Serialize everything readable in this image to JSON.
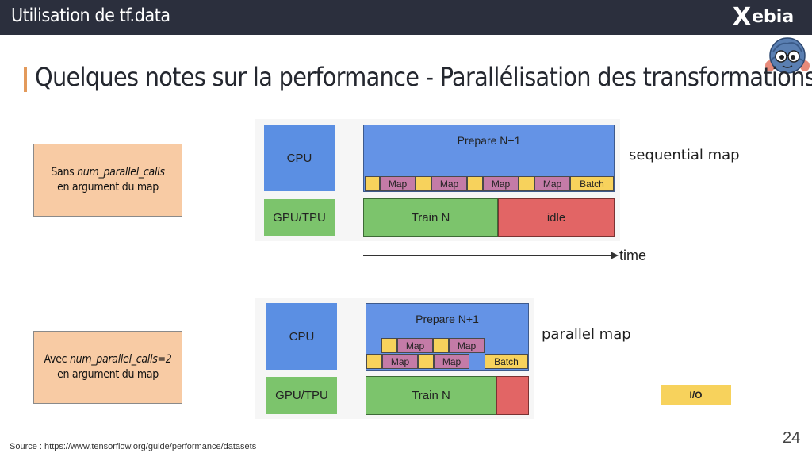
{
  "header": {
    "title": "Utilisation de tf.data",
    "logo_x": "X",
    "logo_rest": "ebia"
  },
  "heading": "Quelques notes sur la performance - Parallélisation des transformations",
  "notes": [
    {
      "prefix": "Sans ",
      "code": "num_parallel_calls",
      "suffix": "en argument du map"
    },
    {
      "prefix": "Avec ",
      "code": "num_parallel_calls=2",
      "suffix": "en argument du map"
    }
  ],
  "diagram": {
    "cpu_label": "CPU",
    "gpu_label": "GPU/TPU",
    "prepare_label": "Prepare N+1",
    "map_label": "Map",
    "batch_label": "Batch",
    "train_label": "Train N",
    "idle_label": "idle",
    "sequential_label": "sequential map",
    "parallel_label": "parallel map",
    "time_label": "time",
    "io_label": "I/O"
  },
  "colors": {
    "cpu": "#5b8fe3",
    "gpu": "#7cc46c",
    "map": "#c47ba7",
    "io": "#f7d25c",
    "idle": "#e26565",
    "accent": "#e39a5b"
  },
  "footer": {
    "source": "Source : https://www.tensorflow.org/guide/performance/datasets",
    "page": "24"
  }
}
